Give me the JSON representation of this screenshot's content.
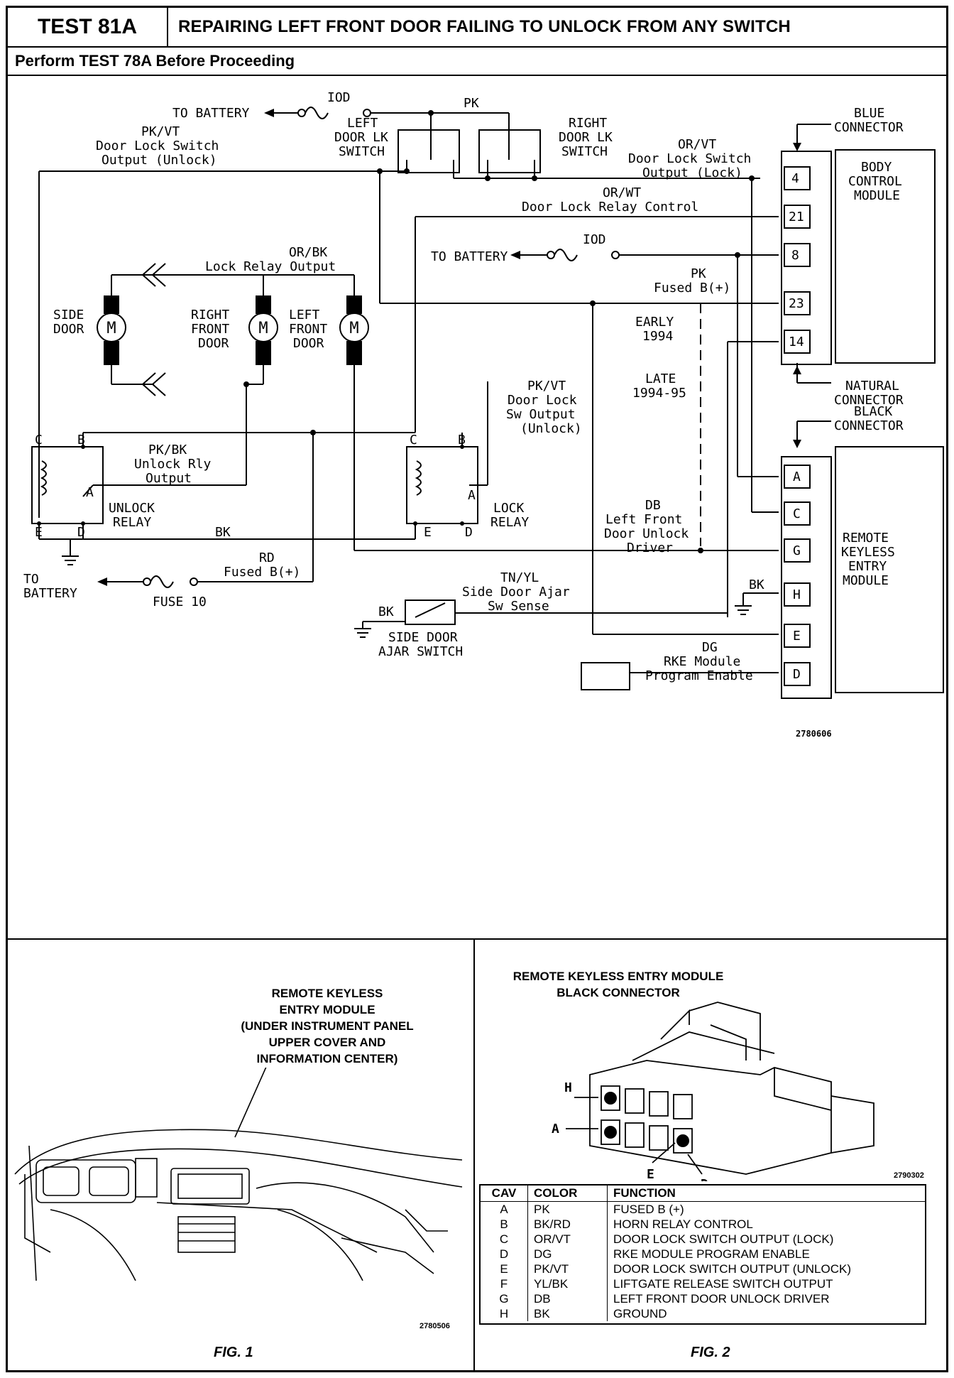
{
  "header": {
    "test_number": "TEST 81A",
    "title": "REPAIRING LEFT FRONT DOOR FAILING TO UNLOCK FROM ANY SWITCH",
    "subtitle": "Perform TEST 78A Before Proceeding"
  },
  "schematic": {
    "to_battery_1": "TO BATTERY",
    "to_battery_2": "TO BATTERY",
    "to_battery_3a": "TO",
    "to_battery_3b": "BATTERY",
    "fuse_iod_1": "IOD",
    "fuse_iod_2": "IOD",
    "fuse_10": "FUSE 10",
    "wire_pk_top": "PK",
    "left_switch": [
      "LEFT",
      "DOOR LK",
      "SWITCH"
    ],
    "right_switch": [
      "RIGHT",
      "DOOR LK",
      "SWITCH"
    ],
    "pkvt_top": [
      "PK/VT",
      "Door Lock Switch",
      "Output (Unlock)"
    ],
    "orvt_lock": [
      "OR/VT",
      "Door Lock Switch",
      "Output (Lock)"
    ],
    "orwt": [
      "OR/WT",
      "Door Lock Relay Control"
    ],
    "orbk": [
      "OR/BK",
      "Lock Relay Output"
    ],
    "pk_fused": [
      "PK",
      "Fused B(+)"
    ],
    "early": [
      "EARLY",
      "1994"
    ],
    "late": [
      "LATE",
      "1994-95"
    ],
    "blue_connector": [
      "BLUE",
      "CONNECTOR"
    ],
    "natural_connector": [
      "NATURAL",
      "CONNECTOR"
    ],
    "black_connector": [
      "BLACK",
      "CONNECTOR"
    ],
    "bcm": [
      "BODY",
      "CONTROL",
      "MODULE"
    ],
    "bcm_pins": [
      "4",
      "21",
      "8",
      "23",
      "14"
    ],
    "rke": [
      "REMOTE",
      "KEYLESS",
      "ENTRY",
      "MODULE"
    ],
    "rke_pins": [
      "A",
      "C",
      "G",
      "H",
      "E",
      "D"
    ],
    "motor_symbol": "M",
    "side_door": [
      "SIDE",
      "DOOR"
    ],
    "right_front_door": [
      "RIGHT",
      "FRONT",
      "DOOR"
    ],
    "left_front_door": [
      "LEFT",
      "FRONT",
      "DOOR"
    ],
    "pkbk": [
      "PK/BK",
      "Unlock Rly",
      "Output"
    ],
    "pkvt_mid": [
      "PK/VT",
      "Door Lock",
      "Sw Output",
      "(Unlock)"
    ],
    "unlock_relay": [
      "UNLOCK",
      "RELAY"
    ],
    "lock_relay": [
      "LOCK",
      "RELAY"
    ],
    "relay_terms": [
      "C",
      "B",
      "A",
      "E",
      "D"
    ],
    "wire_bk": "BK",
    "rd_fused": [
      "RD",
      "Fused B(+)"
    ],
    "db": [
      "DB",
      "Left Front",
      "Door Unlock",
      "Driver"
    ],
    "tnyl": [
      "TN/YL",
      "Side Door Ajar",
      "Sw Sense"
    ],
    "bk_switch": "BK",
    "bk_h": "BK",
    "side_ajar": [
      "SIDE DOOR",
      "AJAR SWITCH"
    ],
    "dg": [
      "DG",
      "RKE Module",
      "Program Enable"
    ],
    "part_number": "2780606"
  },
  "fig1": {
    "title": [
      "REMOTE KEYLESS",
      "ENTRY MODULE",
      "(UNDER INSTRUMENT PANEL",
      "UPPER COVER AND",
      "INFORMATION CENTER)"
    ],
    "part_number": "2780506",
    "label": "FIG. 1"
  },
  "fig2": {
    "title": [
      "REMOTE KEYLESS ENTRY MODULE",
      "BLACK CONNECTOR"
    ],
    "pin_labels": [
      "H",
      "A",
      "E",
      "D"
    ],
    "part_number": "2790302",
    "label": "FIG. 2",
    "table": {
      "headers": [
        "CAV",
        "COLOR",
        "FUNCTION"
      ],
      "rows": [
        [
          "A",
          "PK",
          "FUSED B (+)"
        ],
        [
          "B",
          "BK/RD",
          "HORN RELAY CONTROL"
        ],
        [
          "C",
          "OR/VT",
          "DOOR LOCK SWITCH OUTPUT (LOCK)"
        ],
        [
          "D",
          "DG",
          "RKE MODULE PROGRAM ENABLE"
        ],
        [
          "E",
          "PK/VT",
          "DOOR LOCK SWITCH OUTPUT (UNLOCK)"
        ],
        [
          "F",
          "YL/BK",
          "LIFTGATE RELEASE SWITCH OUTPUT"
        ],
        [
          "G",
          "DB",
          "LEFT FRONT DOOR UNLOCK DRIVER"
        ],
        [
          "H",
          "BK",
          "GROUND"
        ]
      ]
    }
  }
}
